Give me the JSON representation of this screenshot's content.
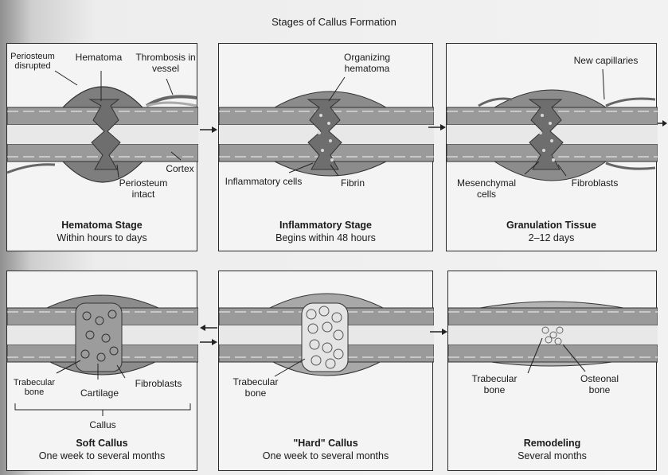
{
  "title": "Stages of Callus Formation",
  "panels": [
    {
      "caption_title": "Hematoma Stage",
      "caption_sub": "Within hours to days",
      "labels": {
        "periosteum_disrupted": "Periosteum disrupted",
        "hematoma": "Hematoma",
        "thrombosis": "Thrombosis in vessel",
        "cortex": "Cortex",
        "periosteum_intact": "Periosteum intact"
      }
    },
    {
      "caption_title": "Inflammatory Stage",
      "caption_sub": "Begins within 48 hours",
      "labels": {
        "organizing_hematoma": "Organizing hematoma",
        "inflammatory_cells": "Inflammatory cells",
        "fibrin": "Fibrin"
      }
    },
    {
      "caption_title": "Granulation Tissue",
      "caption_sub": "2–12 days",
      "labels": {
        "new_capillaries": "New capillaries",
        "mesenchymal_cells": "Mesenchymal cells",
        "fibroblasts": "Fibroblasts"
      }
    },
    {
      "caption_title": "Soft Callus",
      "caption_sub": "One week to several months",
      "labels": {
        "trabecular_bone": "Trabecular bone",
        "cartilage": "Cartilage",
        "fibroblasts": "Fibroblasts",
        "callus": "Callus"
      }
    },
    {
      "caption_title": "\"Hard\" Callus",
      "caption_sub": "One week to several months",
      "labels": {
        "trabecular_bone": "Trabecular bone"
      }
    },
    {
      "caption_title": "Remodeling",
      "caption_sub": "Several months",
      "labels": {
        "trabecular_bone": "Trabecular bone",
        "osteonal_bone": "Osteonal bone"
      }
    }
  ]
}
